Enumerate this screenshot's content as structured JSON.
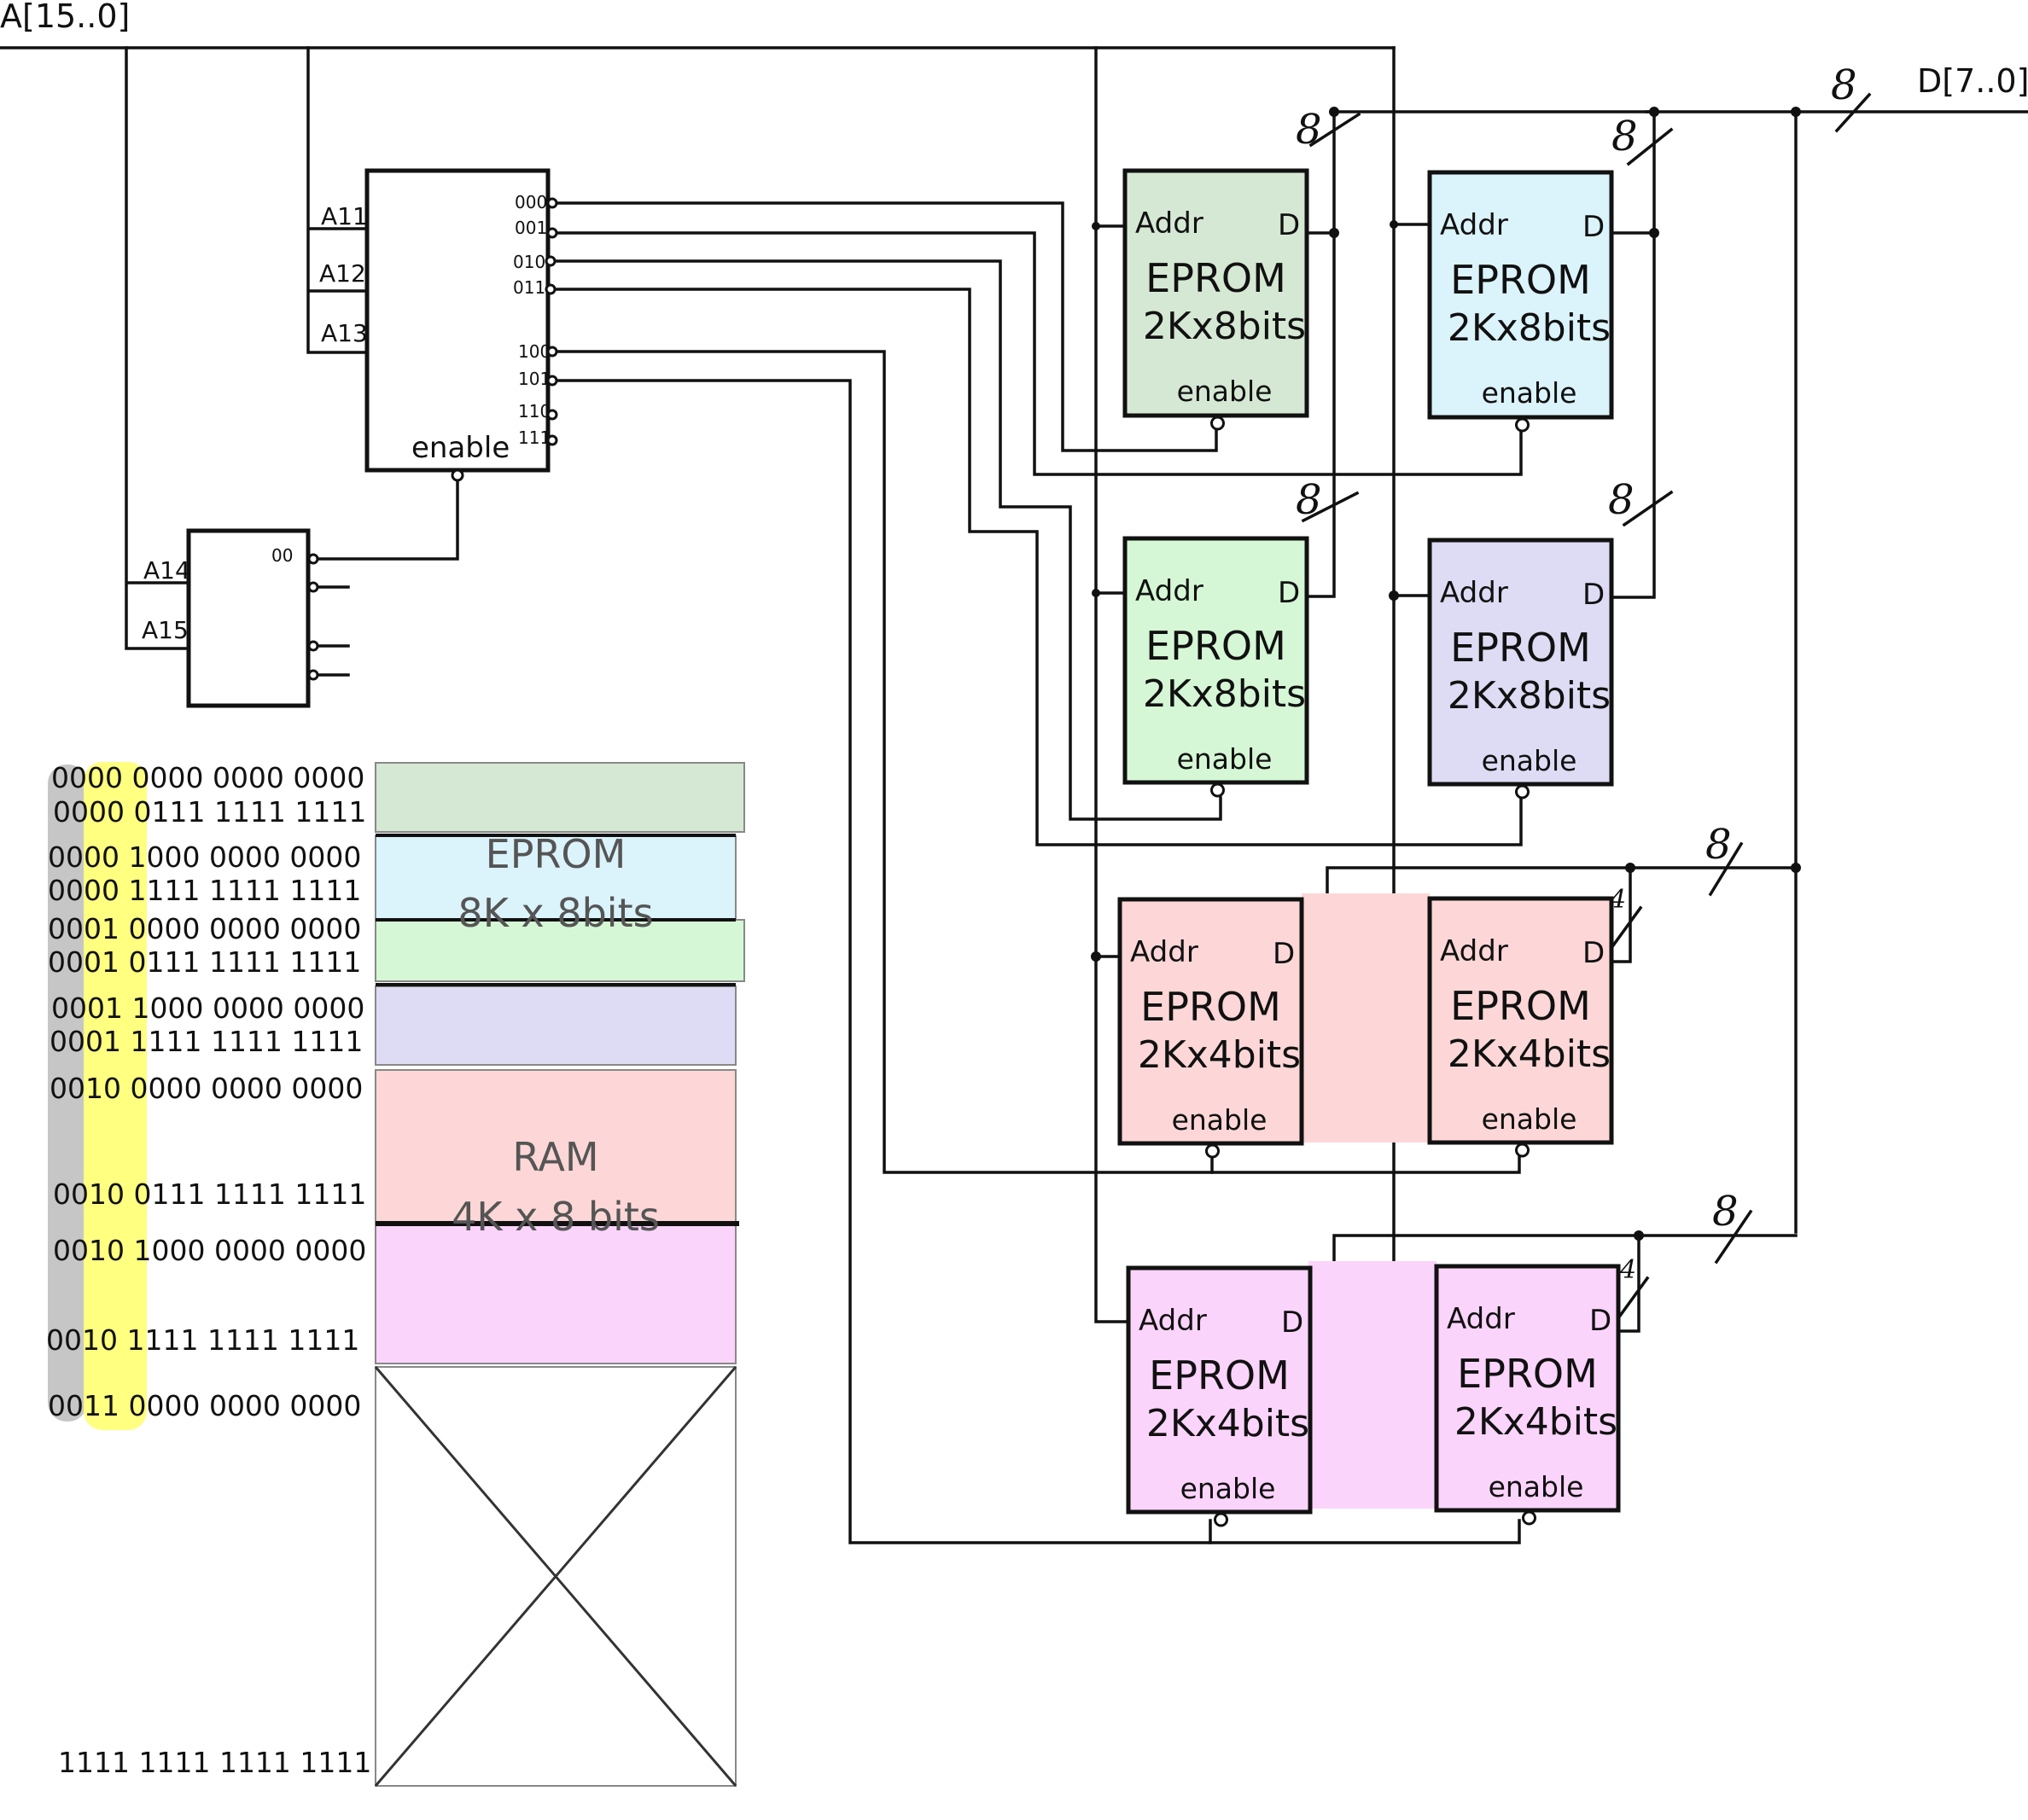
{
  "bus": {
    "address": "A[15..0]",
    "data": "D[7..0]",
    "data_width": "8",
    "nibble_width": "4"
  },
  "decoder_3to8": {
    "inputs": [
      "A11",
      "A12",
      "A13"
    ],
    "outputs": [
      "000",
      "001",
      "010",
      "011",
      "100",
      "101",
      "110",
      "111"
    ],
    "enable_label": "enable"
  },
  "decoder_2to4": {
    "inputs": [
      "A14",
      "A15"
    ],
    "first_output": "00"
  },
  "chip_labels": {
    "addr": "Addr",
    "data": "D",
    "enable": "enable",
    "eprom": "EPROM"
  },
  "colors": {
    "green": "#d5e8d4",
    "cyan": "#dbf3fb",
    "light_green": "#d5f7d5",
    "lavender": "#dedcf4",
    "pink": "#fdd7d7",
    "magenta": "#fbd4fb",
    "grey_band": "#c6c6c6",
    "yellow_band": "#ffff80"
  },
  "chips": [
    {
      "size": "2Kx8bits",
      "color": "green"
    },
    {
      "size": "2Kx8bits",
      "color": "cyan"
    },
    {
      "size": "2Kx8bits",
      "color": "light_green"
    },
    {
      "size": "2Kx8bits",
      "color": "lavender"
    },
    {
      "size": "2Kx4bits",
      "color": "pink"
    },
    {
      "size": "2Kx4bits",
      "color": "pink"
    },
    {
      "size": "2Kx4bits",
      "color": "magenta"
    },
    {
      "size": "2Kx4bits",
      "color": "magenta"
    }
  ],
  "memory_map": {
    "addresses": [
      "0000 0000 0000 0000",
      "0000 0111 1111 1111",
      "0000 1000 0000 0000",
      "0000 1111 1111 1111",
      "0001 0000 0000 0000",
      "0001 0111 1111 1111",
      "0001 1000 0000 0000",
      "0001 1111 1111 1111",
      "0010 0000 0000 0000",
      "0010 0111 1111 1111",
      "0010 1000 0000 0000",
      "0010 1111 1111 1111",
      "0011 0000 0000 0000",
      "1111 1111 1111 1111"
    ],
    "eprom_label": [
      "EPROM",
      "8K x 8bits"
    ],
    "ram_label": [
      "RAM",
      "4K x 8 bits"
    ]
  }
}
